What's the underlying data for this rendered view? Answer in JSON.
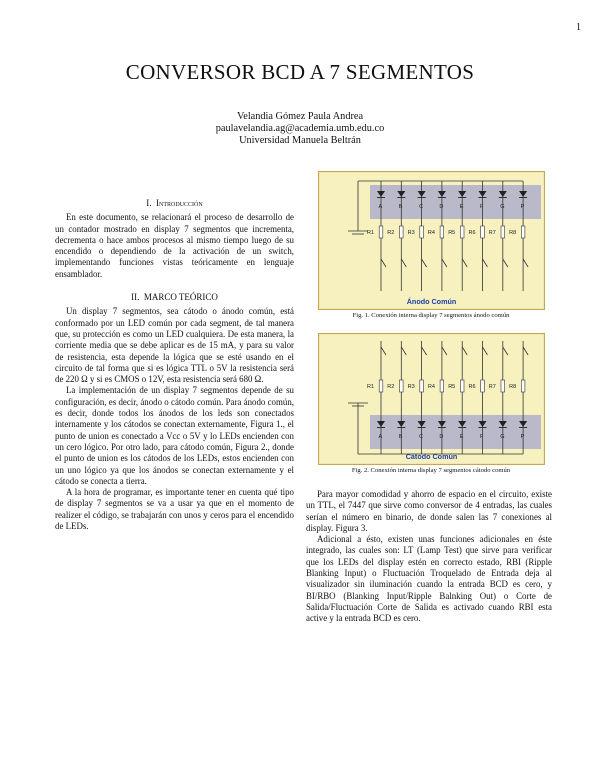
{
  "page_number": "1",
  "title": "CONVERSOR BCD A 7 SEGMENTOS",
  "authors": {
    "name": "Velandia Gómez Paula Andrea",
    "email": "paulavelandia.ag@academia.umb.edu.co",
    "affiliation": "Universidad Manuela Beltrán"
  },
  "sections": {
    "intro": {
      "number": "I.",
      "heading": "Introducción",
      "paragraphs": [
        "En este documento, se relacionará el proceso de desarrollo de un contador mostrado en display 7 segmentos que incrementa, decrementa o hace ambos procesos al mismo tiempo luego de su encendido o dependiendo de la activación de un switch, implementando funciones vistas teóricamente en lenguaje ensamblador."
      ]
    },
    "marco": {
      "number": "II.",
      "heading": "MARCO TEÓRICO",
      "paragraphs": [
        "Un display 7 segmentos, sea cátodo o ánodo común, está conformado por un LED común por cada segment, de tal manera que, su protección es como un LED cualquiera. De esta manera, la corriente media que se debe aplicar es de 15 mA, y para su valor de resistencia, esta depende la lógica que se esté usando en el circuito de tal forma que si es lógica TTL o 5V la resistencia será de 220 Ω y si es CMOS o 12V, esta resistencia será 680 Ω.",
        "La implementación de un display 7 segmentos depende de su configuración, es decir, ánodo o cátodo común. Para ánodo común, es decir, donde todos los ánodos de los leds son conectados internamente y los cátodos se conectan externamente, Figura 1., el punto de union es conectado a Vcc o 5V y lo LEDs encienden con un cero lógico. Por otro lado, para cátodo común, Figura 2., donde el punto de union es los cátodos de los LEDs, estos encienden con un uno lógico ya que los ánodos se conectan externamente y el cátodo se conecta a tierra.",
        "A la hora de programar, es importante tener en cuenta qué tipo de display 7 segmentos se va a usar ya que en el momento de realizer el código, se trabajarán con unos y ceros para el encendido de LEDs."
      ],
      "right_paragraphs": [
        "Para mayor comodidad y ahorro de espacio en el circuito, existe un TTL, el 7447 que sirve como conversor de 4 entradas, las cuales serían el número en binario, de donde salen las 7 conexiones al display. Figura 3.",
        "Adicional a ésto, existen unas funciones adicionales en éste integrado, las cuales son: LT (Lamp Test) que sirve para verificar que los LEDs del display estén en correcto estado, RBI (Ripple Blanking Input) o Fluctuación Troquelado de Entrada deja al visualizador sin iluminación cuando la entrada BCD es cero, y BI/RBO (Blanking Input/Ripple Balnking Out) o Corte de Salida/Fluctuación Corte de Salida es activado cuando RBI esta active y la entrada BCD es cero."
      ]
    }
  },
  "figures": {
    "fig1": {
      "caption": "Fig. 1.  Conexión interna display 7 segmentos ánodo común",
      "label": "Ánodo Común",
      "segments": [
        "A",
        "B",
        "C",
        "D",
        "E",
        "F",
        "G",
        "P"
      ],
      "resistors": [
        "R1",
        "R2",
        "R3",
        "R4",
        "R5",
        "R6",
        "R7",
        "R8"
      ]
    },
    "fig2": {
      "caption": "Fig. 2.  Conexión interna display 7 segmentos cátodo común",
      "label": "Cátodo Común",
      "segments": [
        "A",
        "B",
        "C",
        "D",
        "E",
        "F",
        "G",
        "P"
      ],
      "resistors": [
        "R1",
        "R2",
        "R3",
        "R4",
        "R5",
        "R6",
        "R7",
        "R8"
      ]
    }
  },
  "colors": {
    "figure_background": "#f7f0bf",
    "figure_border": "#c7a74b",
    "led_band": "#b9b9c9",
    "label_blue": "#1f3ea6"
  }
}
